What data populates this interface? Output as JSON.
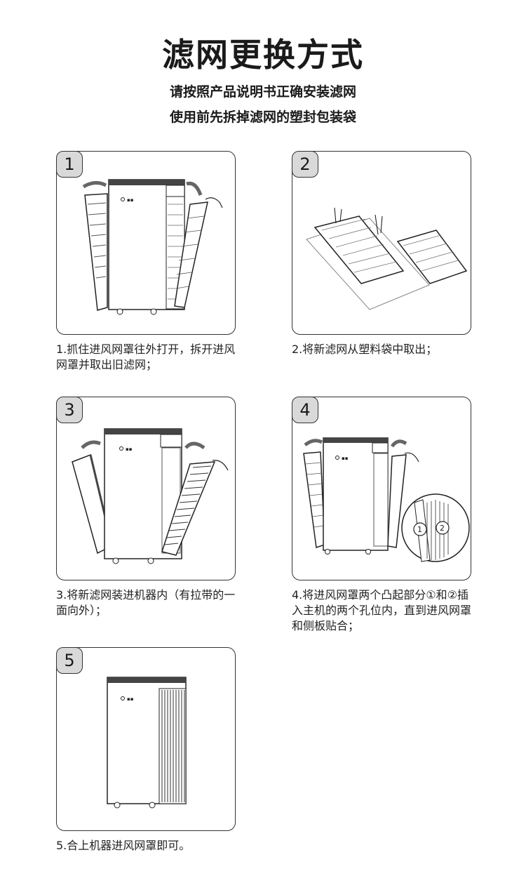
{
  "header": {
    "title": "滤网更换方式",
    "subtitle_1": "请按照产品说明书正确安装滤网",
    "subtitle_2": "使用前先拆掉滤网的塑封包装袋"
  },
  "steps": [
    {
      "number": "1",
      "caption": "1.抓住进风网罩往外打开，拆开进风网罩并取出旧滤网；"
    },
    {
      "number": "2",
      "caption": "2.将新滤网从塑料袋中取出；"
    },
    {
      "number": "3",
      "caption": "3.将新滤网装进机器内（有拉带的一面向外）；"
    },
    {
      "number": "4",
      "caption": "4.将进风网罩两个凸起部分①和②插入主机的两个孔位内，直到进风网罩和侧板贴合；"
    },
    {
      "number": "5",
      "caption": "5.合上机器进风网罩即可。"
    }
  ],
  "colors": {
    "line": "#222222",
    "badge_fill": "#d9d9d9",
    "arrow": "#666666"
  }
}
